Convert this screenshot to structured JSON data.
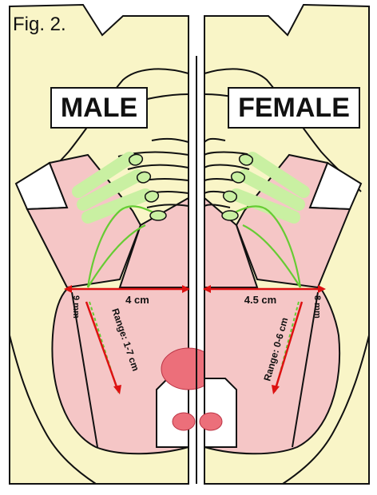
{
  "figure_label": "Fig. 2.",
  "panels": {
    "male": {
      "title": "MALE",
      "width_label": "4 cm",
      "side_label": "9 mm",
      "range_label": "Range: 1-7 cm"
    },
    "female": {
      "title": "FEMALE",
      "width_label": "4.5 cm",
      "side_label": "8 mm",
      "range_label": "Range: 0-6 cm"
    }
  },
  "colors": {
    "skin": "#f9f5c7",
    "tissue": "#f5c6c6",
    "organ": "#ec6f7a",
    "nerve": "#c9f0a2",
    "nerve_line": "#66cc33",
    "measure": "#dd1111",
    "outline": "#111111"
  }
}
